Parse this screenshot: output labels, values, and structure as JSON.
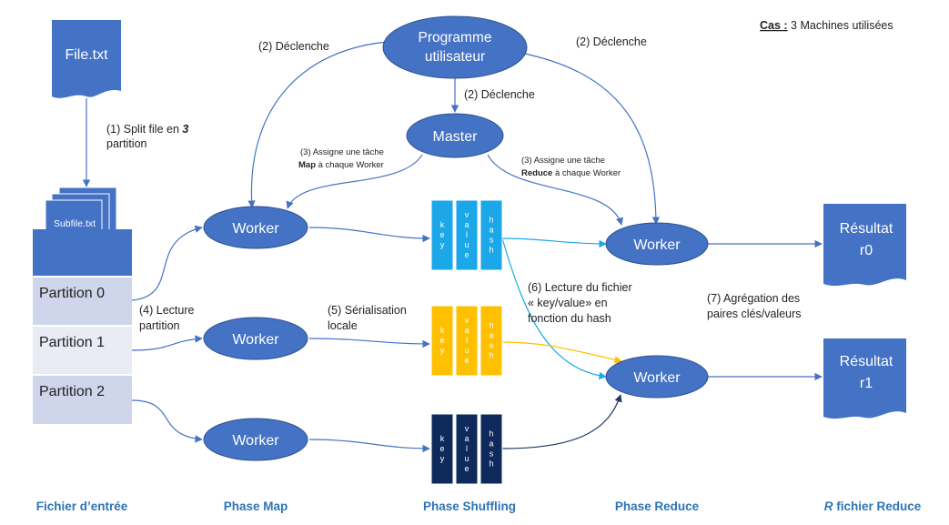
{
  "note": {
    "prefix": "Cas :",
    "text": " 3 Machines utilisées"
  },
  "nodes": {
    "file": "File.txt",
    "subfile": "Subfile.txt",
    "program_line1": "Programme",
    "program_line2": "utilisateur",
    "master": "Master",
    "worker": "Worker",
    "result0_line1": "Résultat",
    "result0_line2": "r0",
    "result1_line1": "Résultat",
    "result1_line2": "r1"
  },
  "partitions": [
    "Partition 0",
    "Partition 1",
    "Partition 2"
  ],
  "kv_columns": [
    "key",
    "value",
    "hash"
  ],
  "colors": {
    "node_blue": "#4472c4",
    "edge_blue": "#4472c4",
    "kv_cyan": "#1ca7e8",
    "kv_orange": "#ffc000",
    "kv_navy": "#0e2a5c",
    "partition_0": "#cfd5ea",
    "partition_1": "#e9ebf5",
    "partition_2": "#cfd5ea",
    "phase_text": "#2e74b5"
  },
  "labels": {
    "split_line1_prefix": "(1) Split file en ",
    "split_line1_bold": "3",
    "split_line2": "partition",
    "declenche_left": "(2) Déclenche",
    "declenche_mid": "(2) Déclenche",
    "declenche_right": "(2) Déclenche",
    "assign_map_line1": "(3) Assigne une tâche",
    "assign_map_line2_bold": "Map",
    "assign_map_line2_rest": " à chaque Worker",
    "assign_reduce_line1": "(3) Assigne une tâche",
    "assign_reduce_line2_bold": "Reduce",
    "assign_reduce_line2_rest": " à chaque Worker",
    "lecture_line1": "(4) Lecture",
    "lecture_line2": "partition",
    "serial_line1": "(5) Sérialisation",
    "serial_line2": "locale",
    "read_kv_line1": "(6) Lecture du fichier",
    "read_kv_line2": "« key/value» en",
    "read_kv_line3": "fonction du hash",
    "aggreg_line1": "(7) Agrégation des",
    "aggreg_line2": "paires clés/valeurs"
  },
  "phases": {
    "input": "Fichier d’entrée",
    "map": "Phase Map",
    "shuffling": "Phase Shuffling",
    "reduce": "Phase Reduce",
    "r_italic": "R",
    "r_rest": " fichier Reduce"
  }
}
